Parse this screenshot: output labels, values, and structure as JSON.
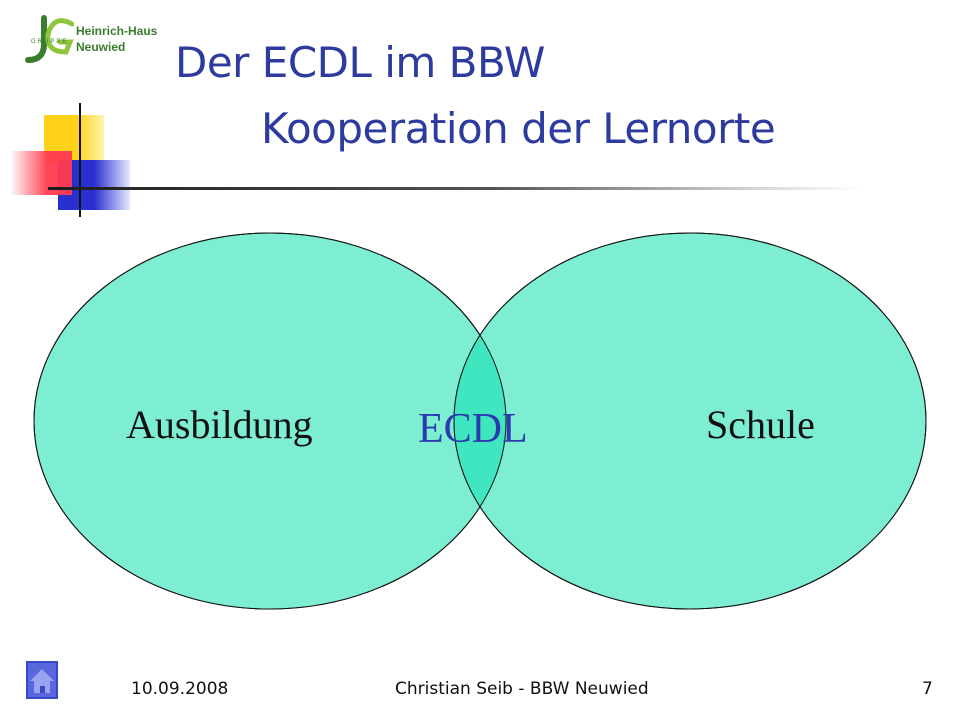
{
  "logo": {
    "line1": "Heinrich-Haus",
    "line2": "Neuwied",
    "gruppe": "GRUPPE"
  },
  "title": {
    "line1": "Der ECDL im BBW",
    "line2": "Kooperation der Lernorte"
  },
  "venn": {
    "left_label": "Ausbildung",
    "right_label": "Schule",
    "center_label": "ECDL",
    "fill_color": "#7eeed3",
    "overlap_color": "#40e6c0",
    "center_text_color": "#2c3ab0"
  },
  "footer": {
    "date": "10.09.2008",
    "author": "Christian Seib - BBW Neuwied",
    "page": "7"
  },
  "colors": {
    "title": "#2e3b9e",
    "deco_yellow": "#ffd21a",
    "deco_red": "#ff3b4e",
    "deco_blue": "#2a2fd0"
  }
}
